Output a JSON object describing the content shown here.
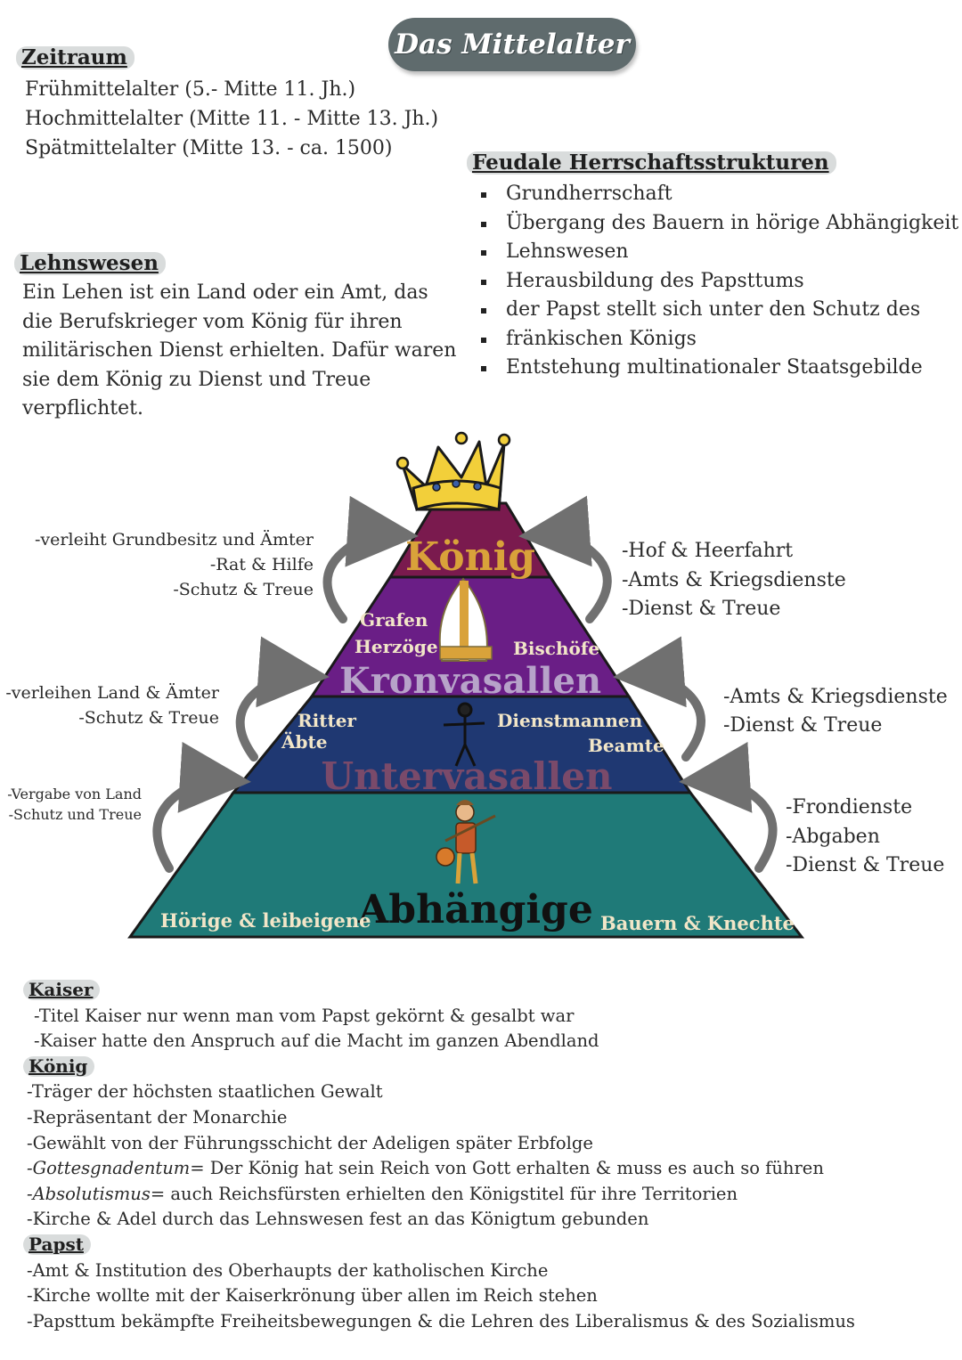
{
  "title": "Das Mittelalter",
  "zeitraum": {
    "heading": "Zeitraum",
    "lines": [
      "Frühmittelalter (5.- Mitte 11. Jh.)",
      "Hochmittelalter (Mitte 11. - Mitte 13. Jh.)",
      "Spätmittelalter (Mitte 13. - ca. 1500)"
    ]
  },
  "feudal": {
    "heading": "Feudale Herrschaftsstrukturen",
    "items": [
      "Grundherrschaft",
      "Übergang des Bauern in hörige Abhängigkeit",
      "Lehnswesen",
      "Herausbildung des Papsttums",
      "der Papst stellt sich unter den Schutz des",
      "fränkischen Königs",
      "Entstehung multinationaler Staatsgebilde"
    ]
  },
  "lehnswesen": {
    "heading": "Lehnswesen",
    "lines": [
      "Ein Lehen ist ein Land oder ein Amt, das",
      "die Berufskrieger vom König für ihren",
      "militärischen Dienst erhielten. Dafür waren",
      "sie dem König zu Dienst und Treue",
      "verpflichtet."
    ]
  },
  "pyramid": {
    "tiers": [
      {
        "name": "König",
        "color": "#7a1a4e",
        "labels": []
      },
      {
        "name": "Kronvasallen",
        "color": "#6a1e86",
        "labels": [
          "Grafen",
          "Herzöge",
          "Bischöfe"
        ]
      },
      {
        "name": "Untervasallen",
        "color": "#1f3872",
        "labels": [
          "Ritter",
          "Äbte",
          "Dienstmannen",
          "Beamte"
        ]
      },
      {
        "name": "Abhängige",
        "color": "#1f7a78",
        "labels": [
          "Hörige & leibeigene",
          "Bauern & Knechte"
        ]
      }
    ],
    "left_notes": [
      [
        "-verleiht Grundbesitz und Ämter",
        "-Rat & Hilfe",
        "-Schutz & Treue"
      ],
      [
        "-verleihen Land & Ämter",
        "-Schutz & Treue"
      ],
      [
        "-Vergabe von Land",
        "-Schutz und Treue"
      ]
    ],
    "right_notes": [
      [
        "-Hof & Heerfahrt",
        "-Amts & Kriegsdienste",
        "-Dienst & Treue"
      ],
      [
        "-Amts & Kriegsdienste",
        "-Dienst & Treue"
      ],
      [
        "-Frondienste",
        "-Abgaben",
        "-Dienst & Treue"
      ]
    ],
    "colors": {
      "crown": "#f2cf3a",
      "gold": "#d9a23a",
      "outline": "#1a1a1a"
    }
  },
  "kaiser": {
    "heading": "Kaiser",
    "lines": [
      "-Titel Kaiser nur wenn man vom Papst gekörnt & gesalbt war",
      "-Kaiser hatte den Anspruch auf die Macht im ganzen Abendland"
    ]
  },
  "koenig": {
    "heading": "König",
    "lines": [
      "-Träger der höchsten staatlichen Gewalt",
      "-Repräsentant der Monarchie",
      "-Gewählt von der Führungsschicht der Adeligen später Erbfolge"
    ],
    "gottes_term": "-Gottesgnadentum",
    "gottes_rest": "= Der König hat sein Reich von Gott erhalten & muss es auch so führen",
    "abs_term": "-Absolutismus",
    "abs_rest": "= auch Reichsfürsten erhielten den Königstitel für ihre Territorien",
    "last": "-Kirche & Adel durch das Lehnswesen fest an das Königtum gebunden"
  },
  "papst": {
    "heading": "Papst",
    "lines": [
      "-Amt & Institution des Oberhaupts der katholischen Kirche",
      "-Kirche wollte mit der Kaiserkrönung über allen im Reich stehen",
      "-Papsttum bekämpfte Freiheitsbewegungen & die Lehren des Liberalismus & des Sozialismus"
    ]
  }
}
